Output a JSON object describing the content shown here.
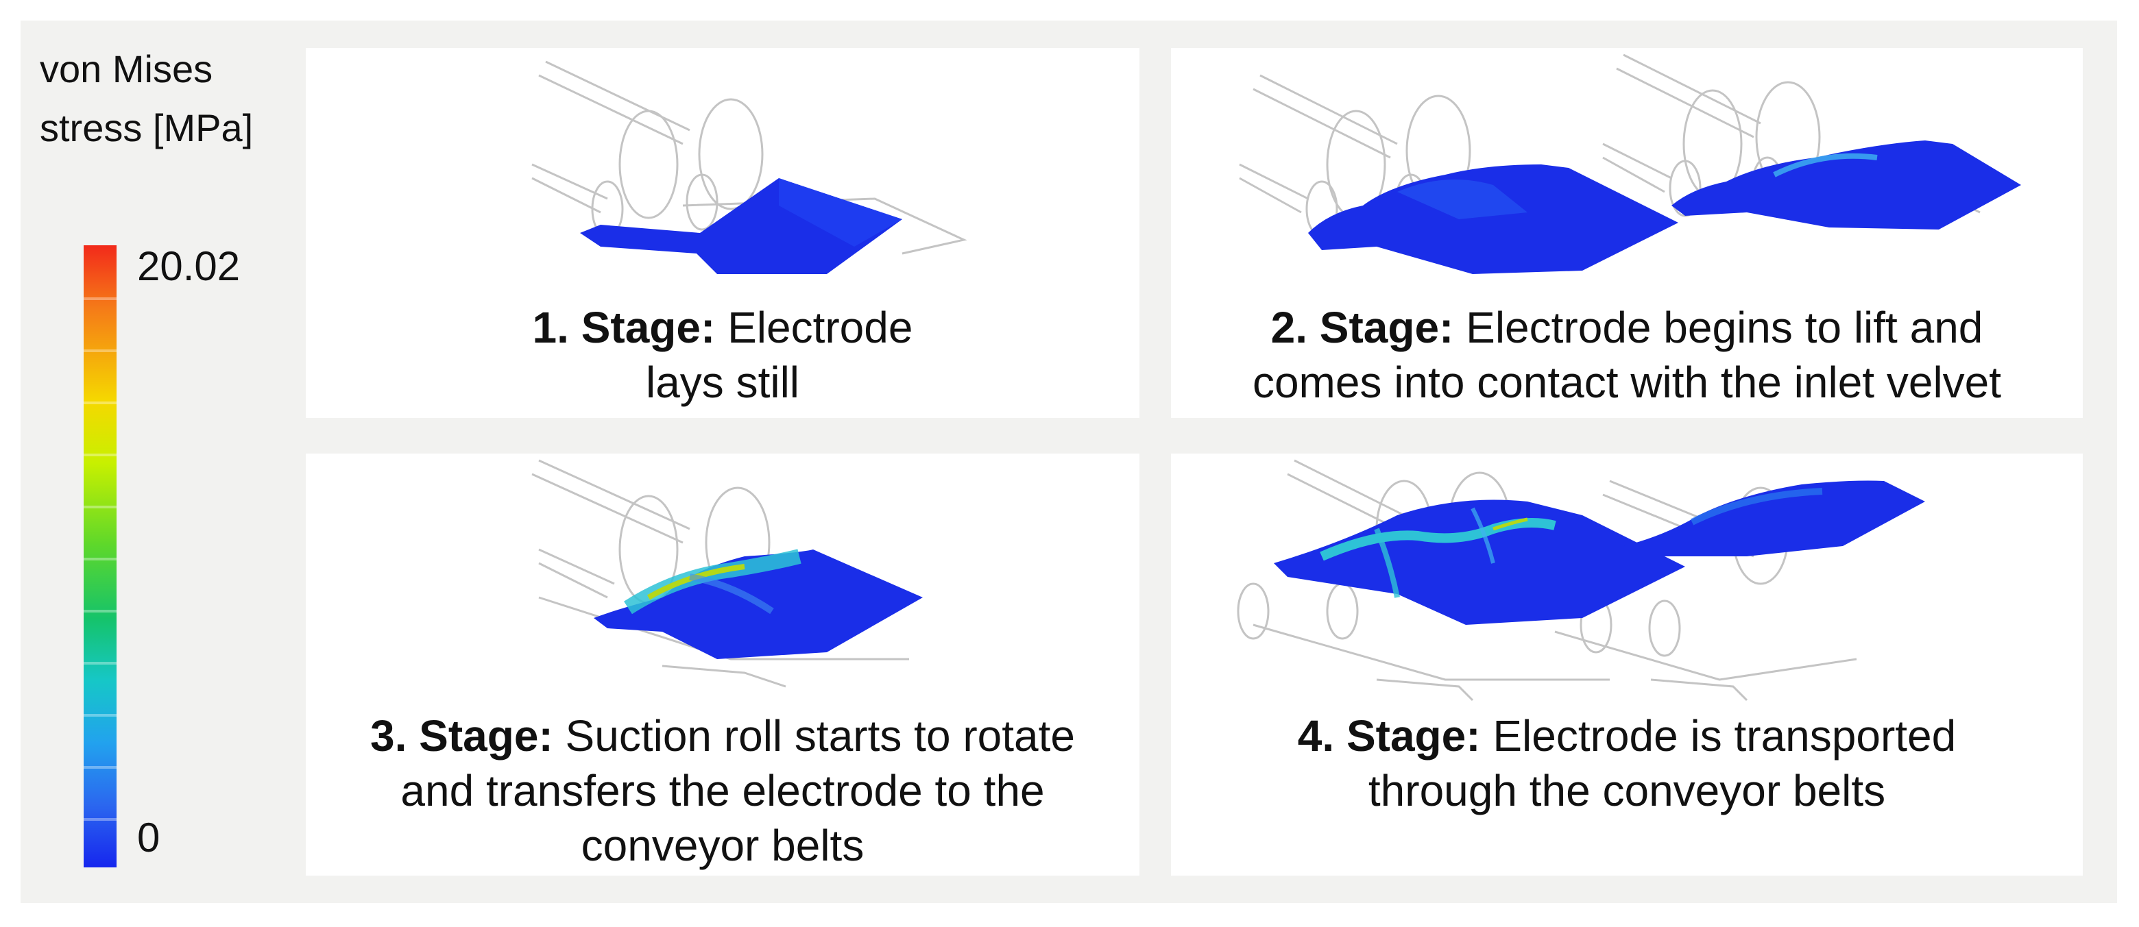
{
  "legend": {
    "title_line1": "von Mises",
    "title_line2": "stress [MPa]",
    "max_label": "20.02",
    "min_label": "0",
    "colors": [
      "#f22a1a",
      "#f5d800",
      "#5fd82a",
      "#16c7c7",
      "#2b67ef",
      "#1626ee"
    ]
  },
  "panels": {
    "p1": {
      "stage": "1. Stage:",
      "line1_rest": " Electrode",
      "line2": "lays still"
    },
    "p2": {
      "stage": "2. Stage:",
      "line1_rest": " Electrode begins to lift and",
      "line2": "comes into contact with the inlet velvet"
    },
    "p3": {
      "stage": "3. Stage:",
      "line1_rest": " Suction roll starts to rotate",
      "line2": "and transfers the electrode to the",
      "line3": "conveyor belts"
    },
    "p4": {
      "stage": "4. Stage:",
      "line1_rest": " Electrode is transported",
      "line2": "through the conveyor belts"
    }
  }
}
